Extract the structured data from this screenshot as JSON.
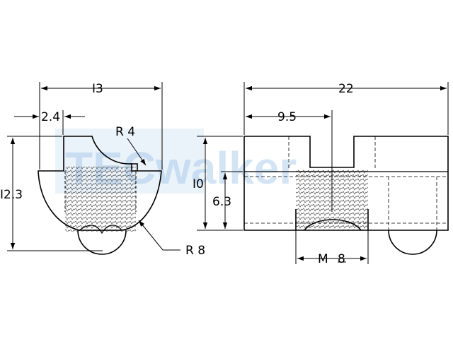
{
  "watermark": {
    "text": "TECwalker",
    "color": "#9fc4e8"
  },
  "colors": {
    "line": "#000000",
    "thread": "#555555",
    "background": "#ffffff"
  },
  "dimensions": {
    "front_width": "I3",
    "front_offset": "2.4",
    "front_height": "I2.3",
    "front_radius_small": "R 4",
    "front_radius_large": "R 8",
    "side_length": "22",
    "side_offset": "9.5",
    "side_height": "I0",
    "side_thread_depth": "6.3",
    "thread_label": "M",
    "thread_size": "8"
  }
}
